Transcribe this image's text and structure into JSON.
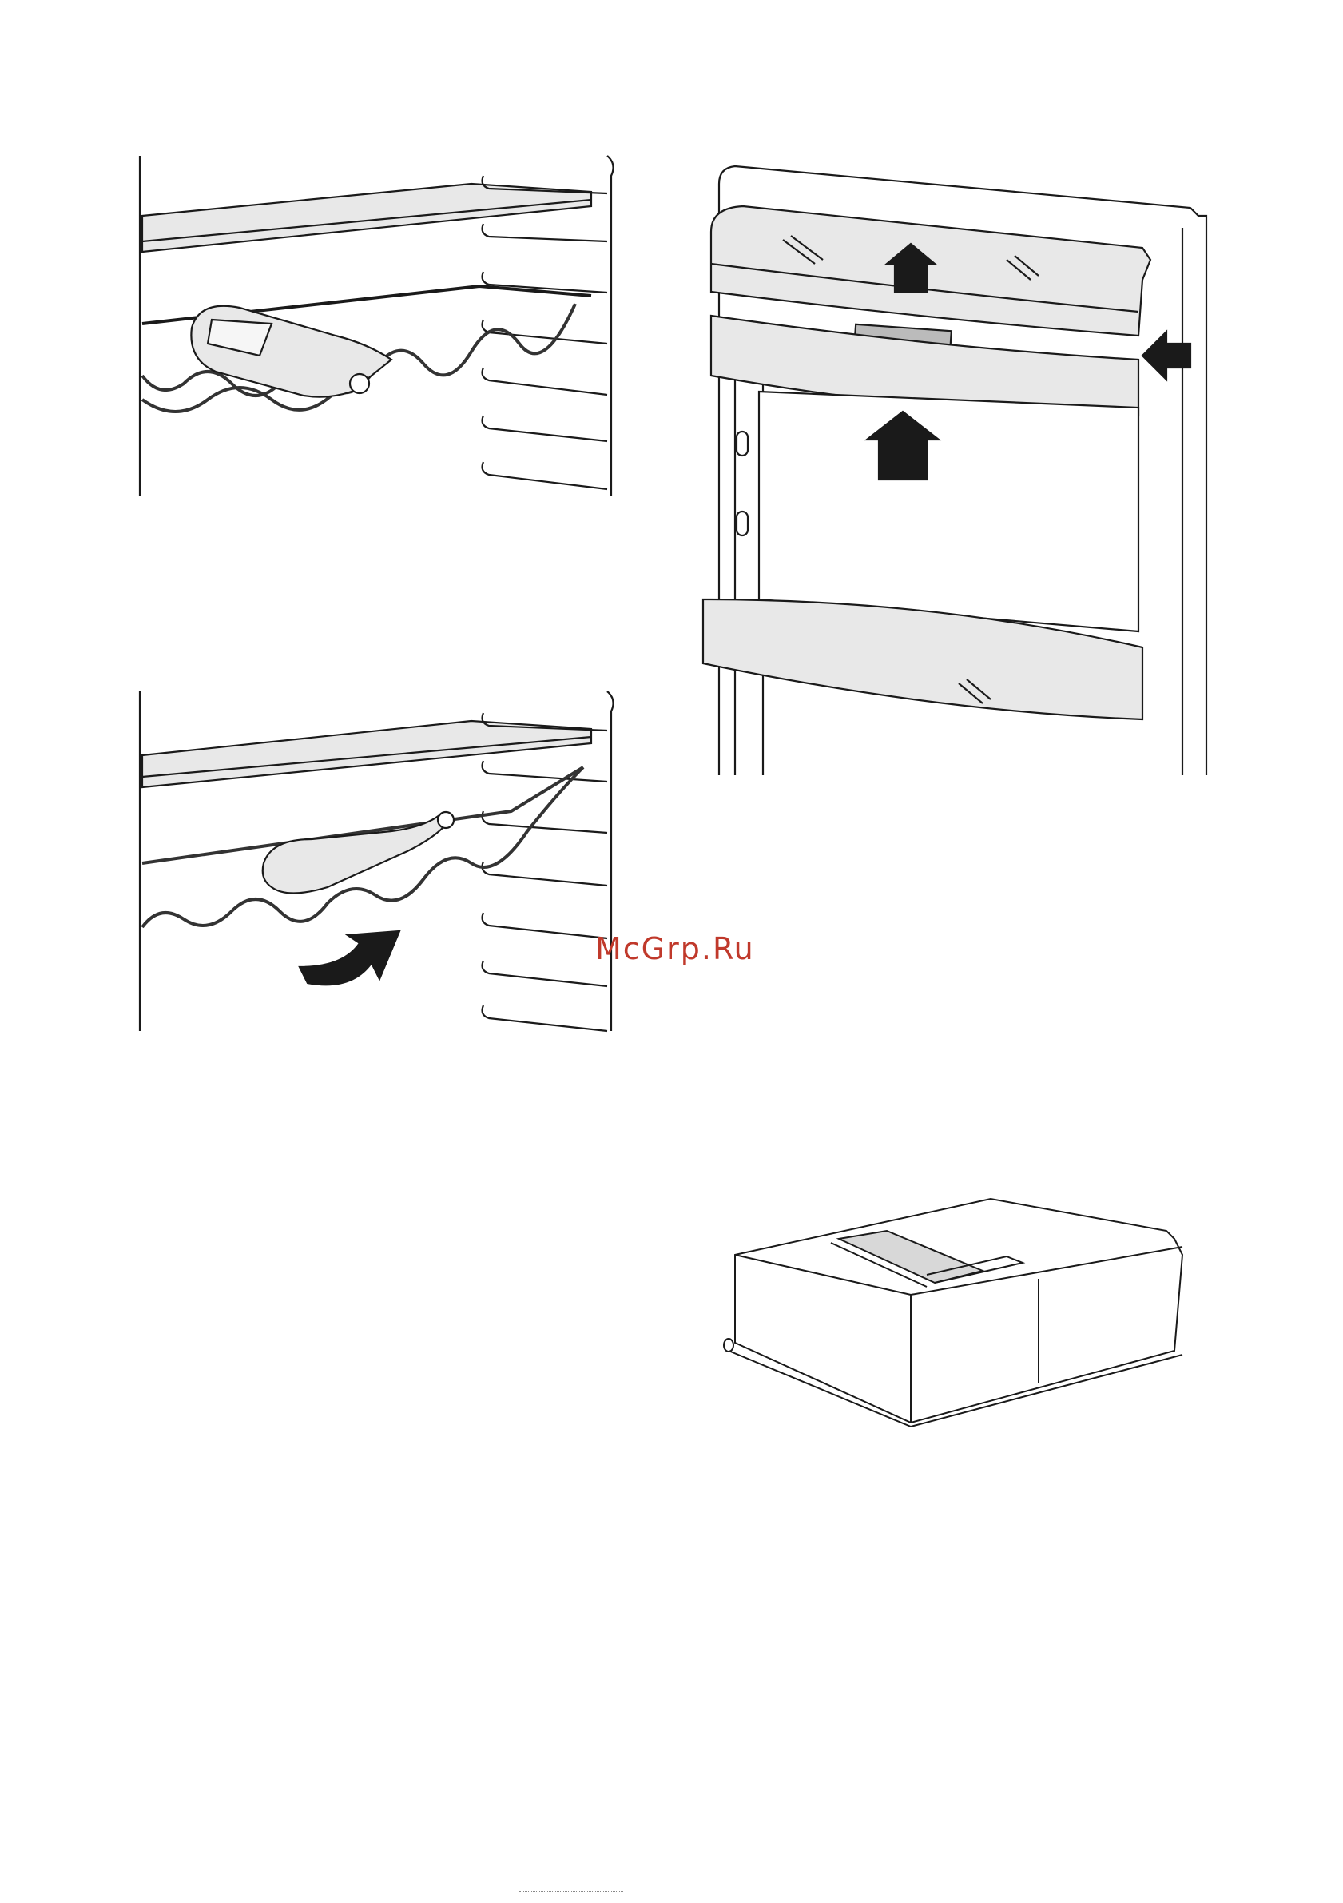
{
  "watermark": {
    "text": "McGrp.Ru",
    "color": "#c0392b"
  },
  "figures": [
    {
      "id": "wine-rack-installed",
      "icon": "wine-rack-illustration"
    },
    {
      "id": "wine-rack-removal",
      "icon": "wine-rack-illustration"
    },
    {
      "id": "crisper-cover-removal",
      "icon": "crisper-cover-illustration"
    },
    {
      "id": "crisper-drawer",
      "icon": "drawer-illustration"
    }
  ],
  "colors": {
    "line": "#1a1a1a",
    "panel": "#e8e8e8",
    "arrow": "#1a1a1a"
  }
}
